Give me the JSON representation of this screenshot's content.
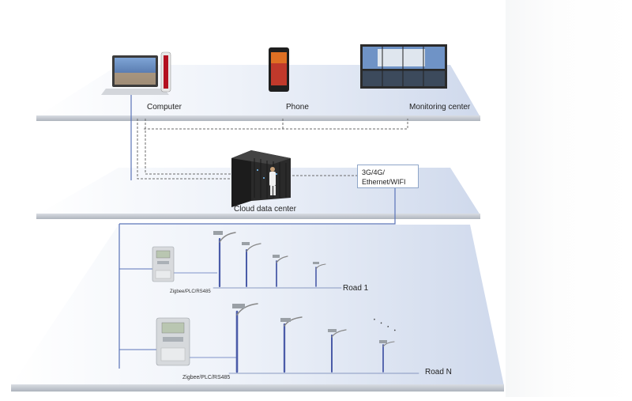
{
  "layers": {
    "devices": {
      "computer_label": "Computer",
      "phone_label": "Phone",
      "monitoring_label": "Monitoring center"
    },
    "cloud": {
      "cloud_label": "Cloud data center",
      "network_line1": "3G/4G/",
      "network_line2": "Ethernet/WIFI"
    },
    "roads": {
      "road1_label": "Road 1",
      "roadn_label": "Road N",
      "meter1_protocol": "Zigbee/PLC/RS485",
      "meter2_protocol": "Zigbee/PLC/RS485",
      "ellipsis": ". . . ."
    }
  },
  "colors": {
    "platform_top": "#e6ecf6",
    "platform_edge": "#c9cfd8",
    "link_solid": "#5a73b8",
    "link_dashed": "#6b6b6b",
    "pole": "#4a5ba8"
  }
}
